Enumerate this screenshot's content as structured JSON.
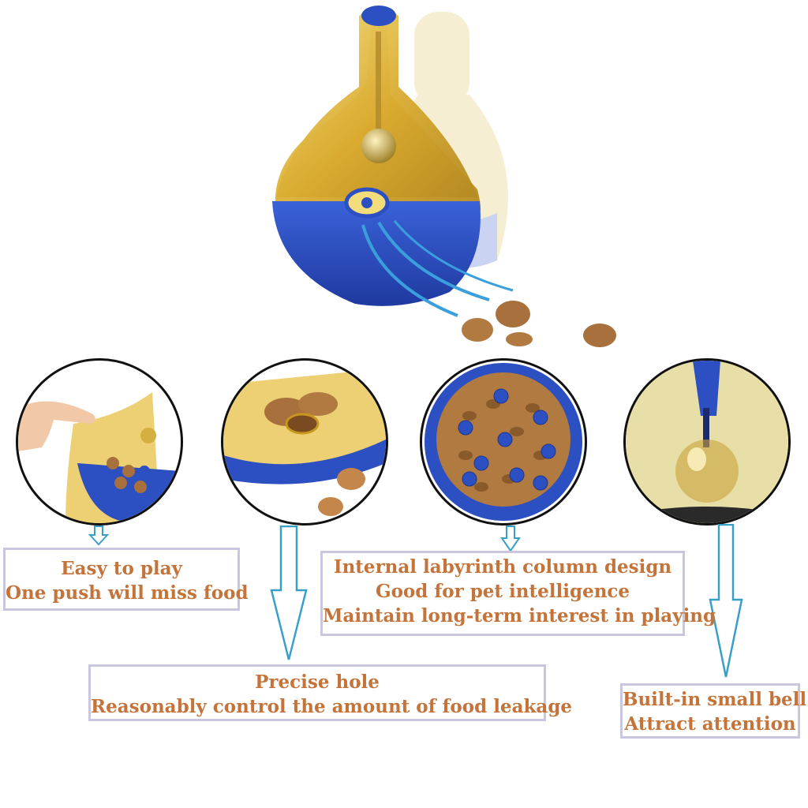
{
  "colors": {
    "caption_text": "#c4743a",
    "caption_border": "#c9c6e0",
    "arrow": "#3a9fc7",
    "toy_blue": "#2c4fc2",
    "toy_amber": "#e2b93b",
    "kibble": "#a8703c"
  },
  "captions": {
    "easy": {
      "line1": "Easy to play",
      "line2": "One push will miss food"
    },
    "labyrinth": {
      "line1": "Internal labyrinth column design",
      "line2": "Good for pet intelligence",
      "line3": "Maintain long-term interest in playing"
    },
    "hole": {
      "line1": "Precise hole",
      "line2": "Reasonably control the amount of food leakage"
    },
    "bell": {
      "line1": "Built-in small bell",
      "line2": "Attract attention"
    }
  },
  "icons": [
    "down-arrow-icon",
    "kibble-icon",
    "bell-icon",
    "finger-icon"
  ]
}
